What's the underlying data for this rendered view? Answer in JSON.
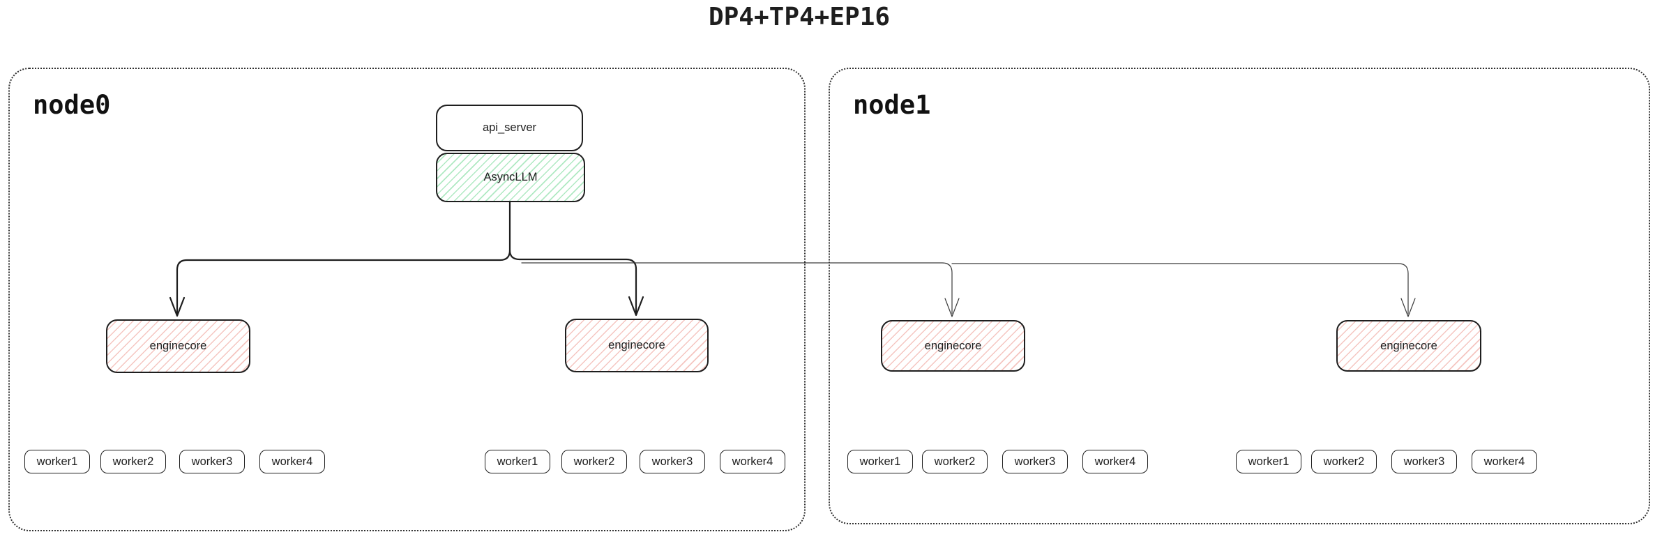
{
  "title": "DP4+TP4+EP16",
  "colors": {
    "stroke": "#1e1e1e",
    "green_hatch": "#6ed791",
    "red_hatch": "#eb8c82",
    "background": "#ffffff"
  },
  "api_server_label": "api_server",
  "async_llm_label": "AsyncLLM",
  "nodes": [
    {
      "name": "node0",
      "groups": [
        {
          "enginecore_label": "enginecore",
          "workers": [
            "worker1",
            "worker2",
            "worker3",
            "worker4"
          ]
        },
        {
          "enginecore_label": "enginecore",
          "workers": [
            "worker1",
            "worker2",
            "worker3",
            "worker4"
          ]
        }
      ]
    },
    {
      "name": "node1",
      "groups": [
        {
          "enginecore_label": "enginecore",
          "workers": [
            "worker1",
            "worker2",
            "worker3",
            "worker4"
          ]
        },
        {
          "enginecore_label": "enginecore",
          "workers": [
            "worker1",
            "worker2",
            "worker3",
            "worker4"
          ]
        }
      ]
    }
  ]
}
